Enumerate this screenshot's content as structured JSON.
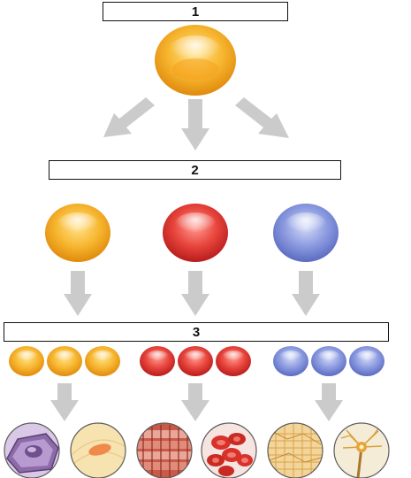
{
  "labels": {
    "box1": "1",
    "box2": "2",
    "box3": "3"
  },
  "colors": {
    "orange": "#f5a623",
    "red": "#e53935",
    "blue": "#7f8fd6",
    "arrow": "#c8c8c8"
  }
}
